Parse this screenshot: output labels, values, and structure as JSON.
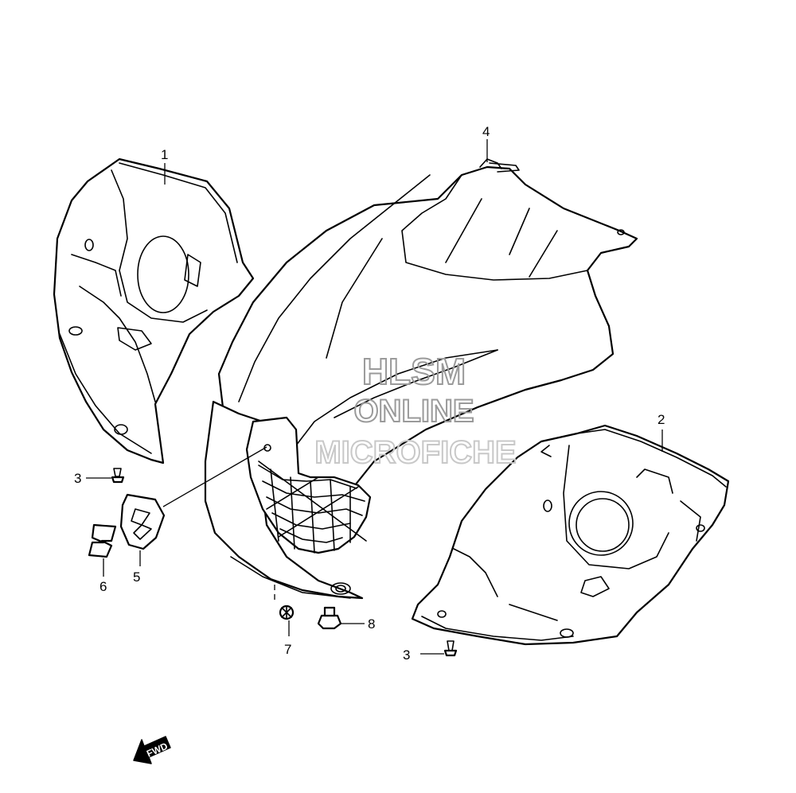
{
  "watermark": {
    "line1": "HLSM",
    "line2": "ONLINE",
    "line3": "MICROFICHE"
  },
  "callouts": {
    "part_1": "1",
    "part_2": "2",
    "part_3_left": "3",
    "part_3_right": "3",
    "part_4": "4",
    "part_5": "5",
    "part_6": "6",
    "part_7": "7",
    "part_8": "8"
  },
  "fwd_label": "FWD",
  "colors": {
    "line": "#000000",
    "watermark": "#9a9a9a",
    "background": "#ffffff"
  },
  "icons": {
    "fwd_arrow": "arrow-down-left-icon",
    "screw": "screw-icon",
    "emblem": "suzuki-s-emblem-icon"
  }
}
